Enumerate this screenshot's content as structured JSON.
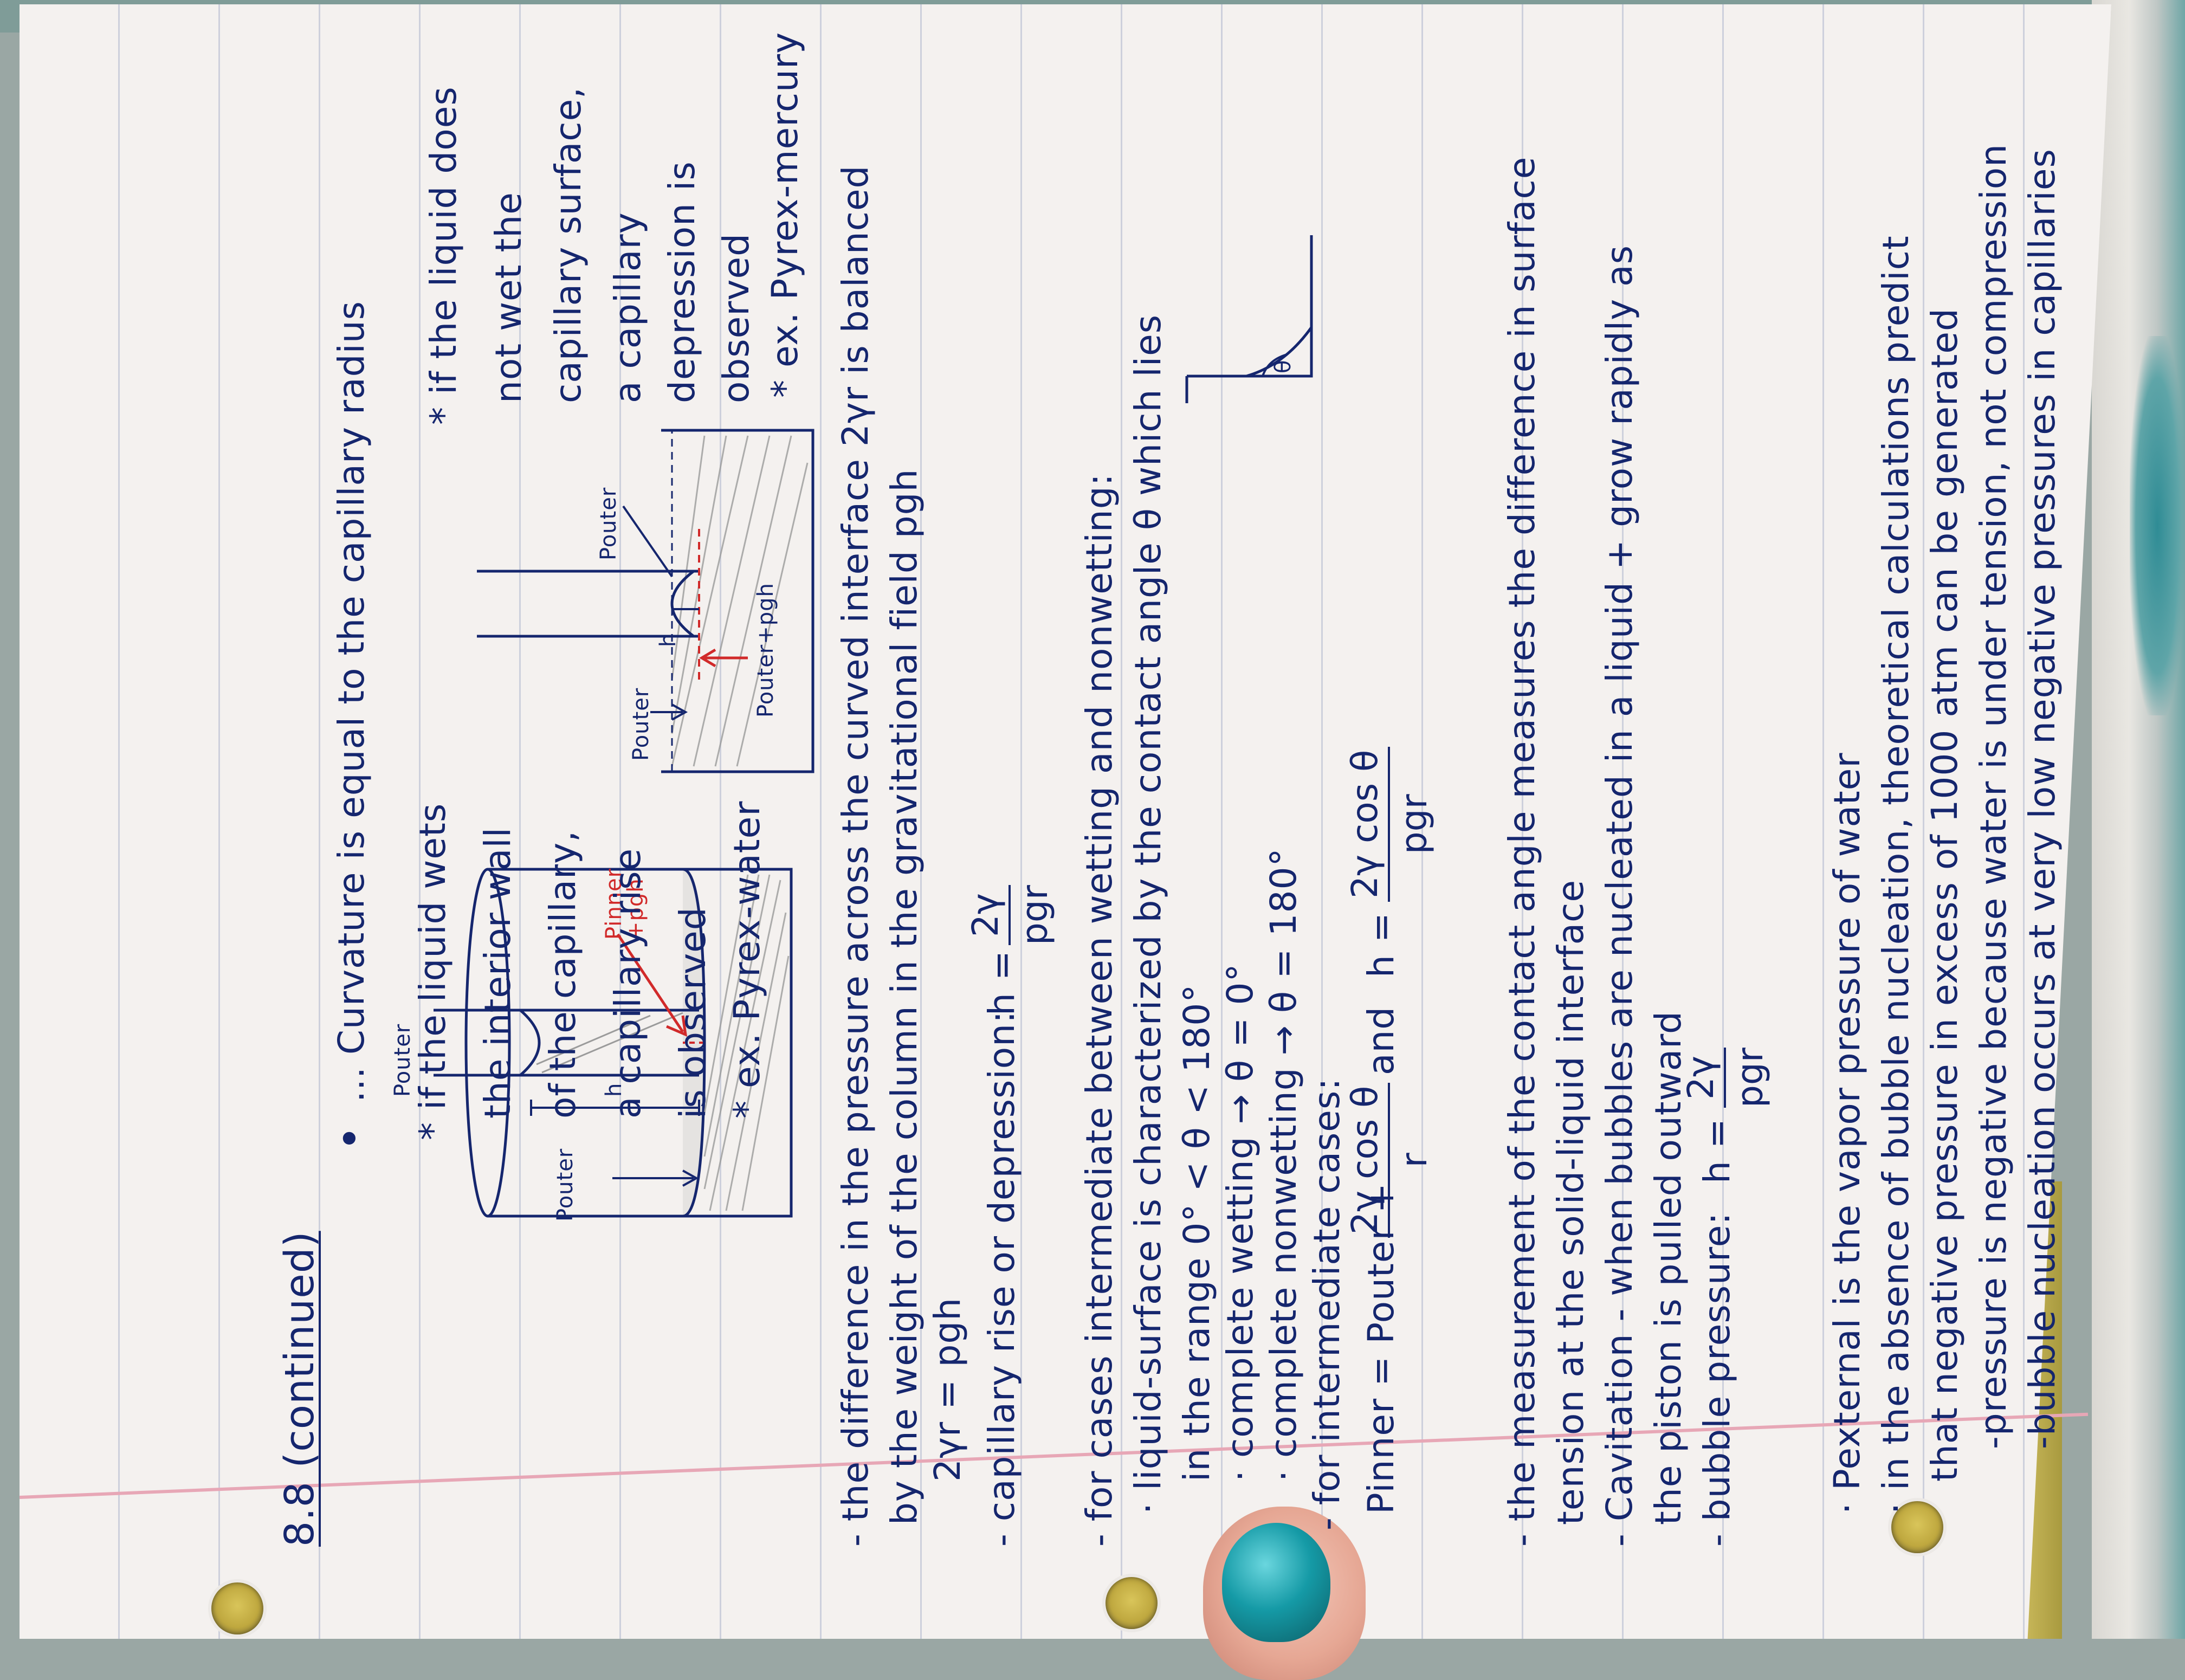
{
  "heading": "8.8 (continued)",
  "intro": {
    "bullet": "•",
    "line": "... Curvature is equal to the capillary radius"
  },
  "wetting_note": [
    "* if the liquid wets",
    "the interior wall",
    "of the capillary,",
    "a capillary rise",
    "is observed",
    "* ex. Pyrex-water"
  ],
  "nonwetting_note": [
    "* if the liquid does",
    "not wet the",
    "capillary surface,",
    "a capillary",
    "depression is",
    "observed",
    "* ex. Pyrex-mercury"
  ],
  "diagram_rise": {
    "p_outer_top": "Pouter",
    "p_outer_side": "Pouter",
    "h": "h",
    "p_inner": "Pinner",
    "pgh": "+pgh"
  },
  "diagram_depression": {
    "p_outer_left": "Pouter",
    "p_outer_right": "Pouter",
    "h": "h",
    "p_outer_pgh": "Pouter+pgh"
  },
  "body_lines": [
    "- the difference in the pressure across the curved interface 2γr is balanced",
    "by the weight of the column in the gravitational field pgh",
    "2γr = pgh",
    "- capillary rise or depression:",
    "- for cases intermediate between wetting and nonwetting:",
    "· liquid-surface is characterized by the contact angle θ which lies",
    "in the range 0° < θ < 180°",
    "· complete wetting → θ = 0°",
    "· complete nonwetting → θ = 180°",
    "- for intermediate cases:",
    "- the measurement of the contact angle measures the difference in surface",
    "tension at the solid-liquid interface",
    "- Cavitation - when bubbles are nucleated in a liquid + grow rapidly as",
    "the piston is pulled outward",
    "- bubble pressure:",
    "· Pexternal is the vapor pressure of water",
    "· in the absence of bubble nucleation, theoretical calculations predict",
    "that negative pressure in excess of 1000 atm can be generated",
    "-pressure is negative because water is under tension, not compression",
    "-bubble nucleation occurs at very low negative pressures in capillaries"
  ],
  "cavitation_word": "Cavitation",
  "formulas": {
    "h_rise_lhs": "h =",
    "h_rise_num": "2γ",
    "h_rise_den": "pgr",
    "pinner_lhs": "Pinner = Pouter +",
    "pinner_num": "2γ cos θ",
    "pinner_den": "r",
    "and_word": "and",
    "h_cos_lhs": "h =",
    "h_cos_num": "2γ cos θ",
    "h_cos_den": "pgr",
    "bubble_lhs": "h =",
    "bubble_num": "2γ",
    "bubble_den": "pgr"
  },
  "contact_angle_sketch": {
    "theta": "θ"
  }
}
